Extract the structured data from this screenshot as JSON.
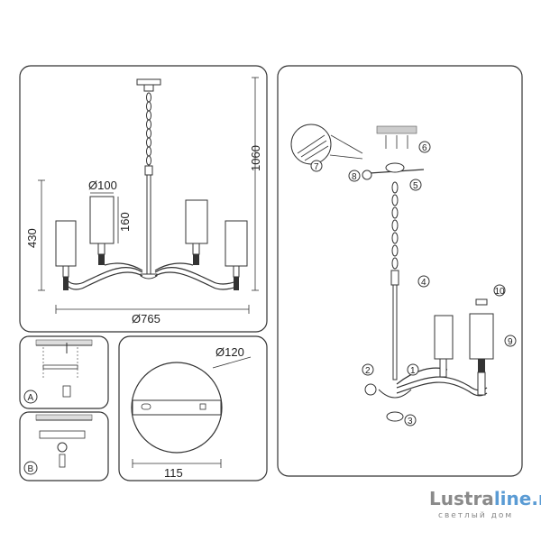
{
  "main_view": {
    "diameter_label": "Ø765",
    "height_label": "1060",
    "shade_diameter_label": "Ø100",
    "shade_height_label": "160",
    "body_height_label": "430"
  },
  "canopy_view": {
    "diameter_label": "Ø120",
    "width_label": "115"
  },
  "mount_views": {
    "a_label": "A",
    "b_label": "B"
  },
  "assembly_view": {
    "steps": [
      "1",
      "2",
      "3",
      "4",
      "5",
      "6",
      "7",
      "8",
      "9",
      "10"
    ]
  },
  "watermark": {
    "brand_part1": "Lustra",
    "brand_part2": "line.ru",
    "tagline": "светлый дом",
    "color1": "#8a8a8a",
    "color2": "#5a9bd4"
  }
}
